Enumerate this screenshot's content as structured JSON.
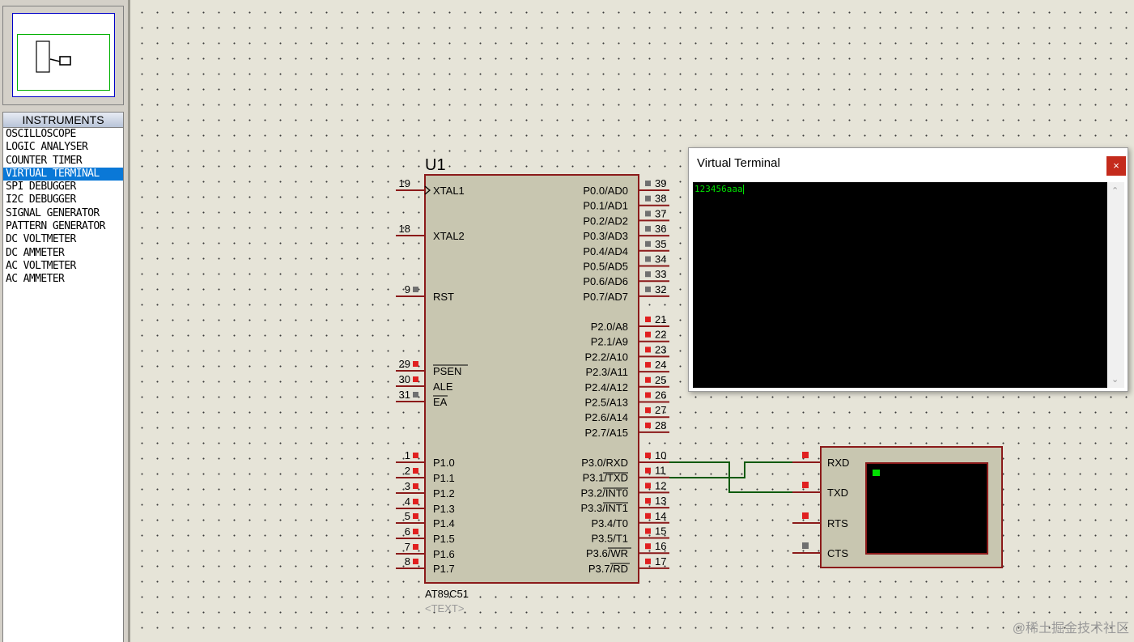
{
  "left_panel": {
    "instruments_header": "INSTRUMENTS",
    "instruments": [
      "OSCILLOSCOPE",
      "LOGIC ANALYSER",
      "COUNTER TIMER",
      "VIRTUAL TERMINAL",
      "SPI DEBUGGER",
      "I2C DEBUGGER",
      "SIGNAL GENERATOR",
      "PATTERN GENERATOR",
      "DC VOLTMETER",
      "DC AMMETER",
      "AC VOLTMETER",
      "AC AMMETER"
    ],
    "selected": "VIRTUAL TERMINAL"
  },
  "chip": {
    "ref": "U1",
    "part": "AT89C51",
    "text_field": "<TEXT>",
    "left_pins": [
      {
        "num": "19",
        "label": "XTAL1",
        "icon": "clock-arrow-icon"
      },
      {
        "num": "18",
        "label": "XTAL2"
      },
      {
        "num": "9",
        "label": "RST"
      },
      {
        "num": "29",
        "label": "PSEN"
      },
      {
        "num": "30",
        "label": "ALE"
      },
      {
        "num": "31",
        "label": "EA"
      },
      {
        "num": "1",
        "label": "P1.0"
      },
      {
        "num": "2",
        "label": "P1.1"
      },
      {
        "num": "3",
        "label": "P1.2"
      },
      {
        "num": "4",
        "label": "P1.3"
      },
      {
        "num": "5",
        "label": "P1.4"
      },
      {
        "num": "6",
        "label": "P1.5"
      },
      {
        "num": "7",
        "label": "P1.6"
      },
      {
        "num": "8",
        "label": "P1.7"
      }
    ],
    "right_pins": [
      {
        "num": "39",
        "label": "P0.0/AD0"
      },
      {
        "num": "38",
        "label": "P0.1/AD1"
      },
      {
        "num": "37",
        "label": "P0.2/AD2"
      },
      {
        "num": "36",
        "label": "P0.3/AD3"
      },
      {
        "num": "35",
        "label": "P0.4/AD4"
      },
      {
        "num": "34",
        "label": "P0.5/AD5"
      },
      {
        "num": "33",
        "label": "P0.6/AD6"
      },
      {
        "num": "32",
        "label": "P0.7/AD7"
      },
      {
        "num": "21",
        "label": "P2.0/A8"
      },
      {
        "num": "22",
        "label": "P2.1/A9"
      },
      {
        "num": "23",
        "label": "P2.2/A10"
      },
      {
        "num": "24",
        "label": "P2.3/A11"
      },
      {
        "num": "25",
        "label": "P2.4/A12"
      },
      {
        "num": "26",
        "label": "P2.5/A13"
      },
      {
        "num": "27",
        "label": "P2.6/A14"
      },
      {
        "num": "28",
        "label": "P2.7/A15"
      },
      {
        "num": "10",
        "label": "P3.0/RXD"
      },
      {
        "num": "11",
        "label": "P3.1/TXD"
      },
      {
        "num": "12",
        "label": "P3.2/INT0"
      },
      {
        "num": "13",
        "label": "P3.3/INT1"
      },
      {
        "num": "14",
        "label": "P3.4/T0"
      },
      {
        "num": "15",
        "label": "P3.5/T1"
      },
      {
        "num": "16",
        "label": "P3.6/WR"
      },
      {
        "num": "17",
        "label": "P3.7/RD"
      }
    ]
  },
  "terminal_component": {
    "pins": [
      "RXD",
      "TXD",
      "RTS",
      "CTS"
    ]
  },
  "terminal_window": {
    "title": "Virtual Terminal",
    "close_icon": "×",
    "content": "123456aaa",
    "scroll_up": "⌃",
    "scroll_down": "⌄"
  },
  "watermark": "@稀土掘金技术社区",
  "colors": {
    "chip_body": "#c8c6b0",
    "chip_border": "#8b1a1a",
    "wire": "#0a5a0a",
    "pin_marker_red": "#e02020",
    "pin_marker_gray": "#707070",
    "selection": "#0a78d7",
    "terminal_text": "#00e000"
  }
}
